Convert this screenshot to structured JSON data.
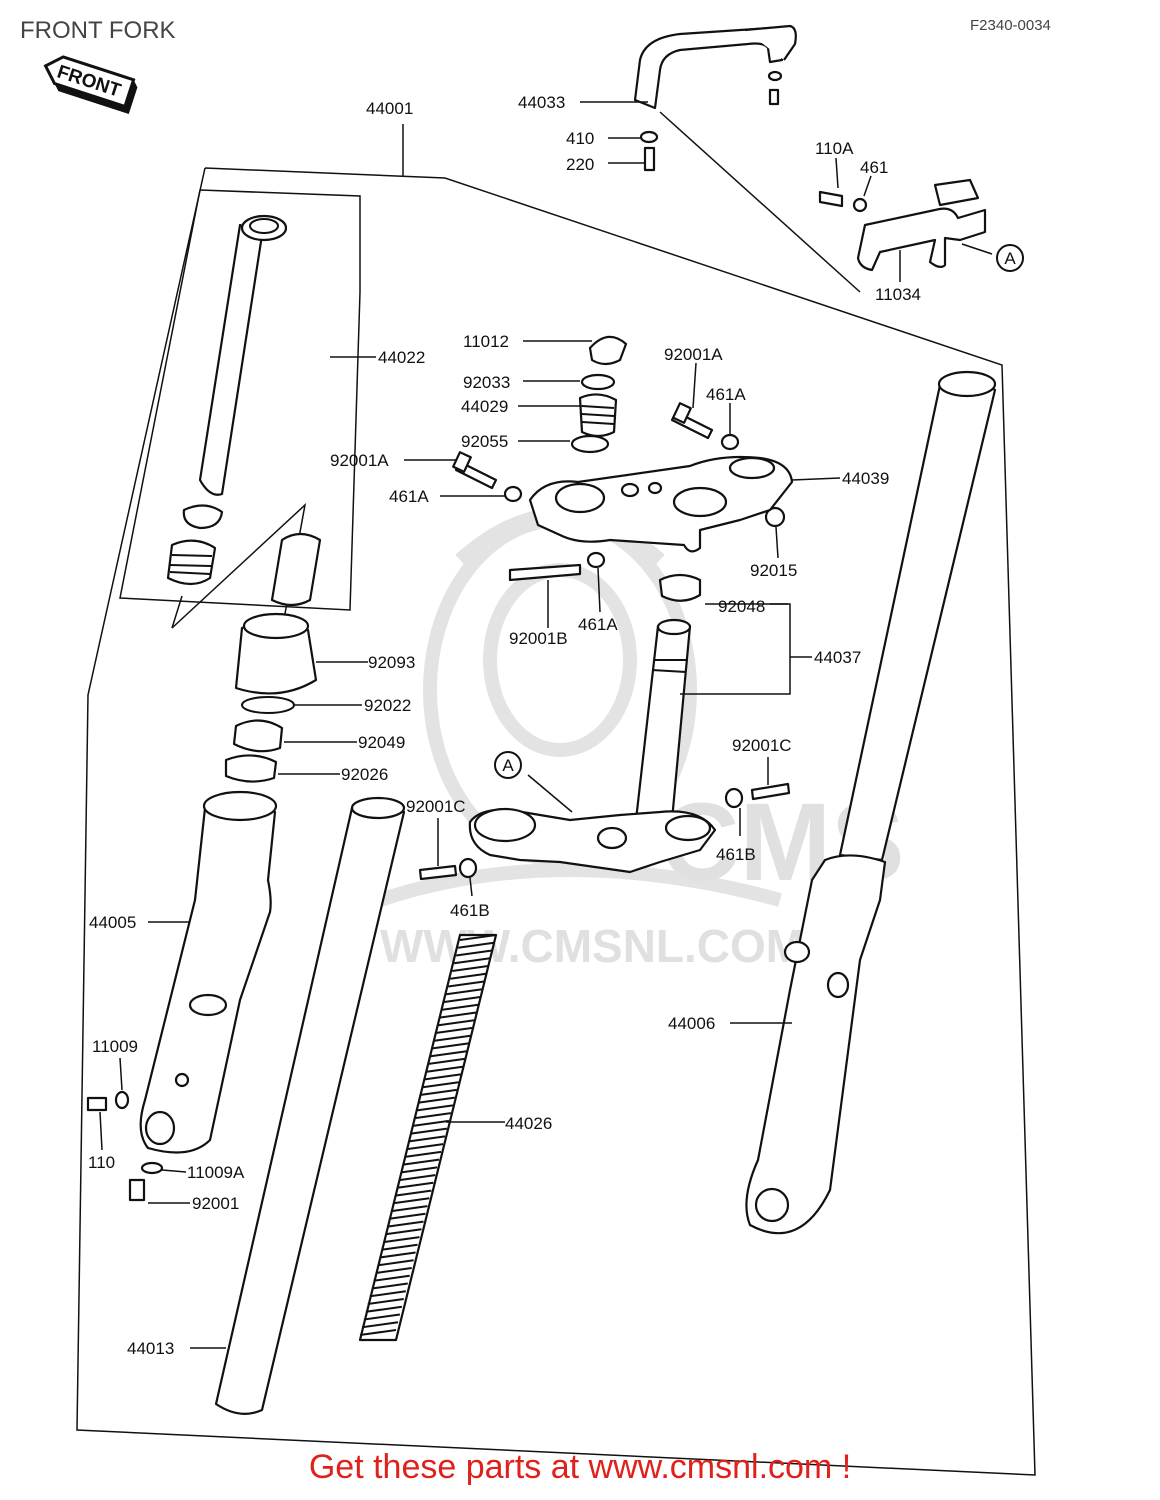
{
  "title": "FRONT FORK",
  "drawing_code": "F2340-0034",
  "front_badge": "FRONT",
  "watermark": {
    "brand": "CMS",
    "url": "WWW.CMSNL.COM"
  },
  "ref_marker": "A",
  "labels": {
    "p44001": "44001",
    "p44033": "44033",
    "p410": "410",
    "p220": "220",
    "p110A": "110A",
    "p461": "461",
    "p11034": "11034",
    "p44022": "44022",
    "p11012": "11012",
    "p92001A_r": "92001A",
    "p92033": "92033",
    "p44029": "44029",
    "p461A_r": "461A",
    "p92055": "92055",
    "p92001A_l": "92001A",
    "p44039": "44039",
    "p461A_l": "461A",
    "p92015": "92015",
    "p92048": "92048",
    "p92001B": "92001B",
    "p461A_b": "461A",
    "p44037": "44037",
    "p92093": "92093",
    "p92022": "92022",
    "p92049": "92049",
    "p92001C_r": "92001C",
    "p92026": "92026",
    "p92001C_l": "92001C",
    "p461B_r": "461B",
    "p44005": "44005",
    "p461B_l": "461B",
    "p44006": "44006",
    "p11009": "11009",
    "p44026": "44026",
    "p110": "110",
    "p11009A": "11009A",
    "p92001": "92001",
    "p44013": "44013"
  },
  "footer": {
    "text": "Get these parts at www.cmsnl.com !",
    "color": "#e0211b"
  }
}
